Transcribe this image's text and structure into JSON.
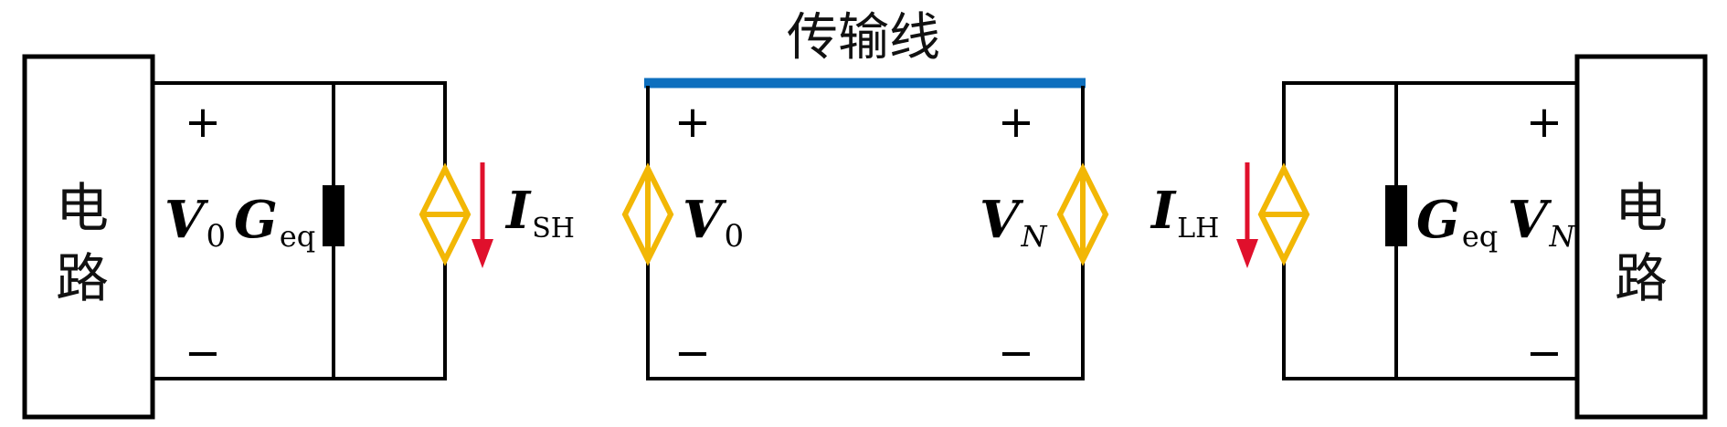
{
  "title": "传输线",
  "left_block": {
    "line1": "电",
    "line2": "路"
  },
  "right_block": {
    "line1": "电",
    "line2": "路"
  },
  "signs": {
    "plus": "+",
    "minus": "−"
  },
  "labels": {
    "v0_left": {
      "main": "V",
      "sub": "0"
    },
    "geq_left": {
      "main": "G",
      "sub": "eq"
    },
    "ish": {
      "main": "I",
      "sub": "SH"
    },
    "v0_tl": {
      "main": "V",
      "sub": "0"
    },
    "vn_tl": {
      "main": "V",
      "sub": "N"
    },
    "ilh": {
      "main": "I",
      "sub": "LH"
    },
    "geq_right": {
      "main": "G",
      "sub": "eq"
    },
    "vn_right": {
      "main": "V",
      "sub": "N"
    }
  },
  "colors": {
    "transmission_line": "#0d6fbe",
    "current_source": "#f2b705",
    "current_arrow": "#e0102c",
    "conductance": "#000000",
    "wire": "#000000"
  }
}
